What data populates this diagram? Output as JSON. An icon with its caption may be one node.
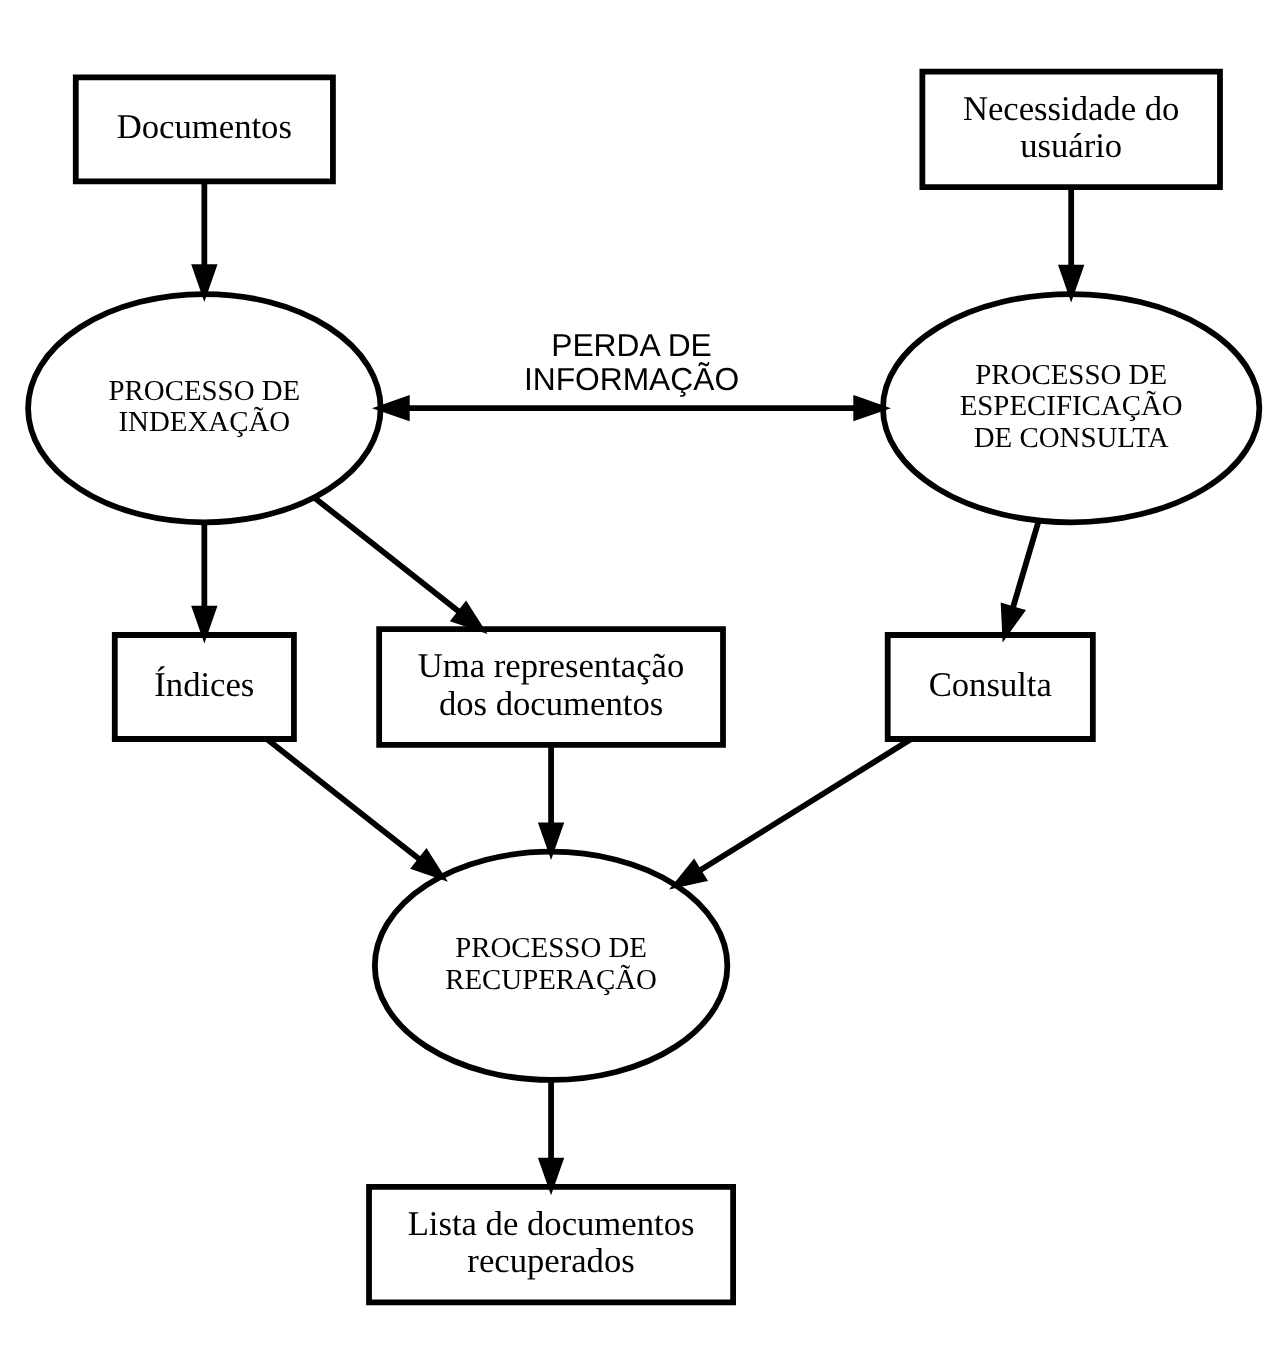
{
  "diagram": {
    "nodes": [
      {
        "text": [
          "Documentos"
        ]
      },
      {
        "text": [
          "Necessidade do usuário"
        ]
      },
      {
        "text": [
          "PROCESSO DE INDEXAÇÃO"
        ]
      },
      {
        "text": [
          "PROCESSO DE ESPECIFICAÇÃO DE CONSULTA"
        ]
      },
      {
        "text": [
          "Índices"
        ]
      },
      {
        "text": [
          "Uma representação dos documentos"
        ]
      },
      {
        "text": [
          "Consulta"
        ]
      },
      {
        "text": [
          "PROCESSO DE RECUPERAÇÃO"
        ]
      },
      {
        "text": [
          "Lista de documentos recuperados"
        ]
      }
    ],
    "edges": [
      {
        "from": 0,
        "to": 2,
        "arrow": "to"
      },
      {
        "from": 1,
        "to": 3,
        "arrow": "to"
      },
      {
        "from": 2,
        "to": 3,
        "arrow": "both",
        "label": "PERDA DE INFORMAÇÃO"
      },
      {
        "from": 2,
        "to": 4,
        "arrow": "to"
      },
      {
        "from": 2,
        "to": 5,
        "arrow": "to"
      },
      {
        "from": 3,
        "to": 6,
        "arrow": "to"
      },
      {
        "from": 4,
        "to": 7,
        "arrow": "to"
      },
      {
        "from": 5,
        "to": 7,
        "arrow": "to"
      },
      {
        "from": 6,
        "to": 7,
        "arrow": "to"
      },
      {
        "from": 7,
        "to": 8,
        "arrow": "to"
      }
    ]
  }
}
